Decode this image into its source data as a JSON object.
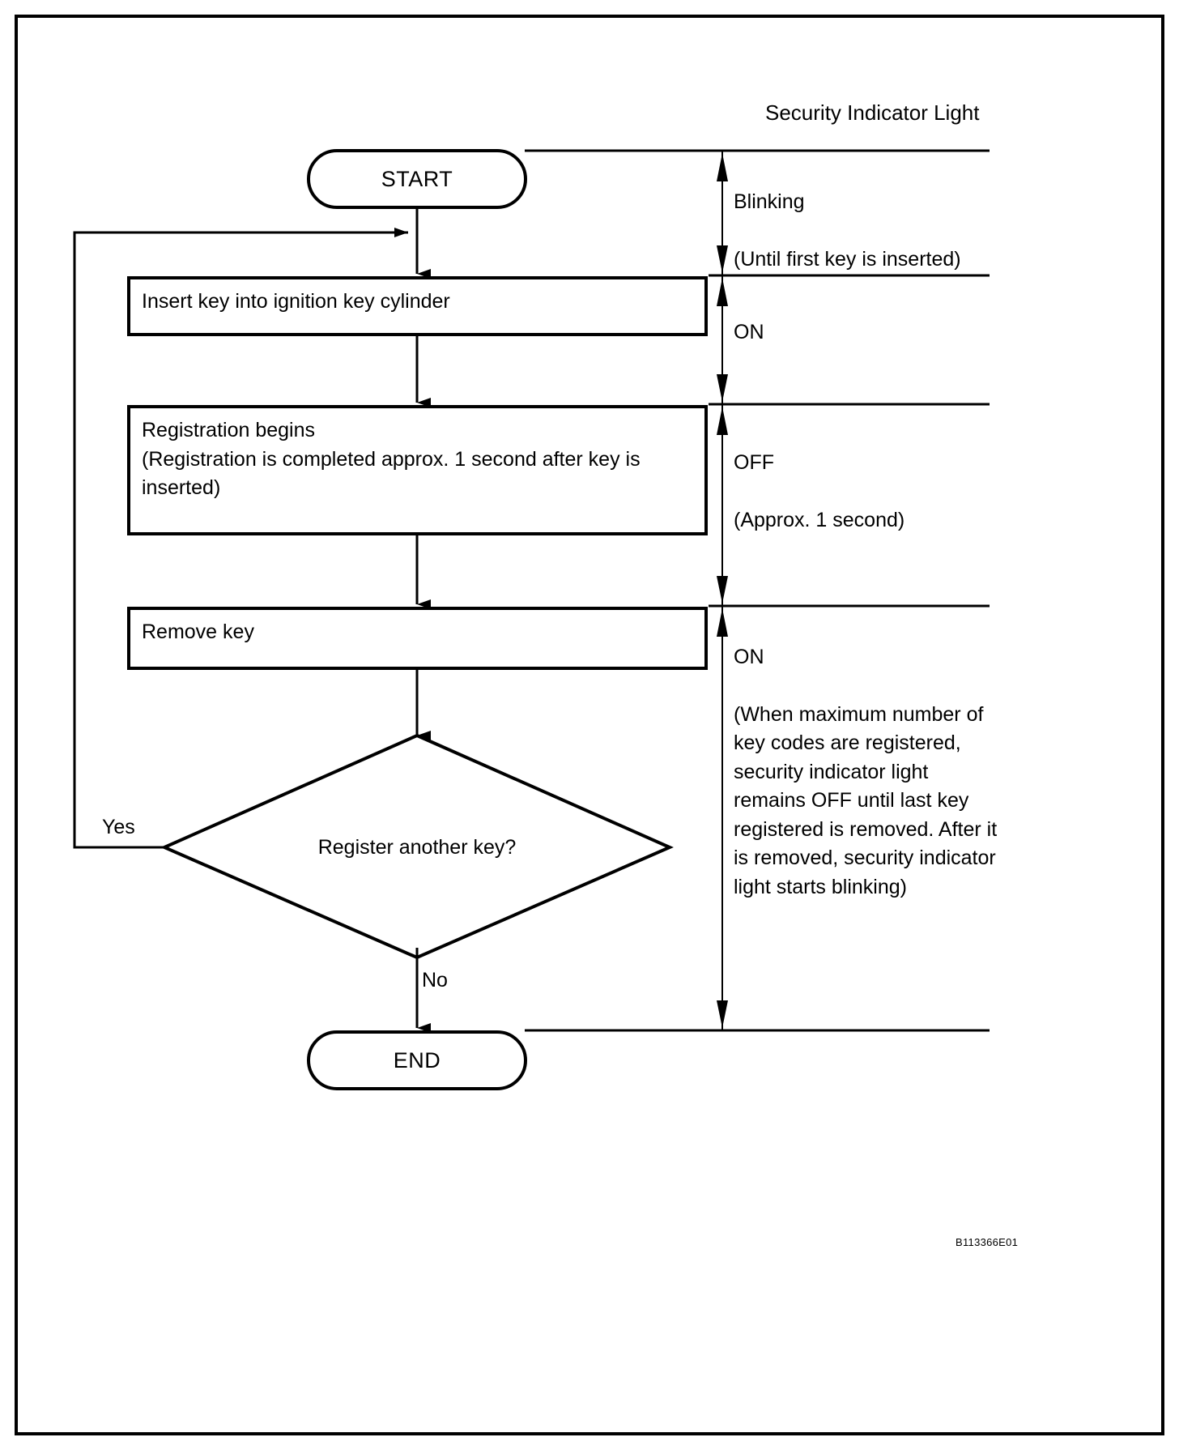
{
  "diagram": {
    "type": "flowchart",
    "figure_code": "B113366E01",
    "right_column_title": "Security Indicator Light",
    "nodes": [
      {
        "id": "start",
        "shape": "terminal",
        "label": "START"
      },
      {
        "id": "insert",
        "shape": "process",
        "label": "Insert key into ignition key cylinder"
      },
      {
        "id": "register",
        "shape": "process",
        "label": "Registration begins\n(Registration is completed approx. 1 second after key is inserted)"
      },
      {
        "id": "remove",
        "shape": "process",
        "label": "Remove key"
      },
      {
        "id": "decision",
        "shape": "diamond",
        "label": "Register another key?"
      },
      {
        "id": "end",
        "shape": "terminal",
        "label": "END"
      }
    ],
    "branches": {
      "yes": "Yes",
      "no": "No"
    }
  },
  "nodes": {
    "start": "START",
    "insert_key": "Insert key into ignition key cylinder",
    "registration_line1": "Registration begins",
    "registration_line2": "(Registration is completed approx. 1 second after key is inserted)",
    "remove_key": "Remove key",
    "decision": "Register another key?",
    "end": "END"
  },
  "branches": {
    "yes": "Yes",
    "no": "No"
  },
  "indicator": {
    "title": "Security Indicator Light",
    "states": [
      {
        "id": "blinking",
        "head": "Blinking",
        "detail": "(Until first key is inserted)"
      },
      {
        "id": "on-1",
        "head": "ON",
        "detail": ""
      },
      {
        "id": "off",
        "head": "OFF",
        "detail": "(Approx. 1 second)"
      },
      {
        "id": "on-2",
        "head": "ON",
        "detail": "(When maximum number of\nkey codes are registered,\nsecurity indicator light\nremains OFF until last key\nregistered is removed. After it\nis removed, security indicator\nlight starts blinking)"
      }
    ]
  },
  "figure_code": "B113366E01"
}
